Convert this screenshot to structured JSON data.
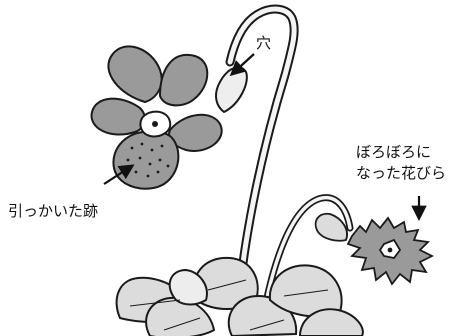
{
  "labels": {
    "hole": "穴",
    "scratch": "引っかいた跡",
    "petals_line1": "ぼろぼろに",
    "petals_line2": "なった花びら"
  },
  "colors": {
    "petal": "#9a9a9a",
    "outline": "#1a1a1a",
    "leaf": "#dcdcdc",
    "stem": "#f4f4f4",
    "background": "#ffffff"
  }
}
